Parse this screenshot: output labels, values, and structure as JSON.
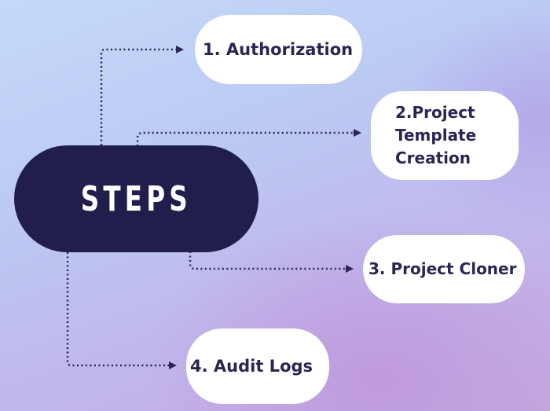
{
  "hub": {
    "label": "STEPS"
  },
  "steps": [
    {
      "label": "1. Authorization"
    },
    {
      "label": "2.Project Template Creation"
    },
    {
      "label": "3. Project Cloner"
    },
    {
      "label": "4. Audit Logs"
    }
  ],
  "colors": {
    "hub_fill": "#211e4b",
    "connector": "#2a2552",
    "step_fill": "#ffffff",
    "step_text": "#2a2552"
  }
}
